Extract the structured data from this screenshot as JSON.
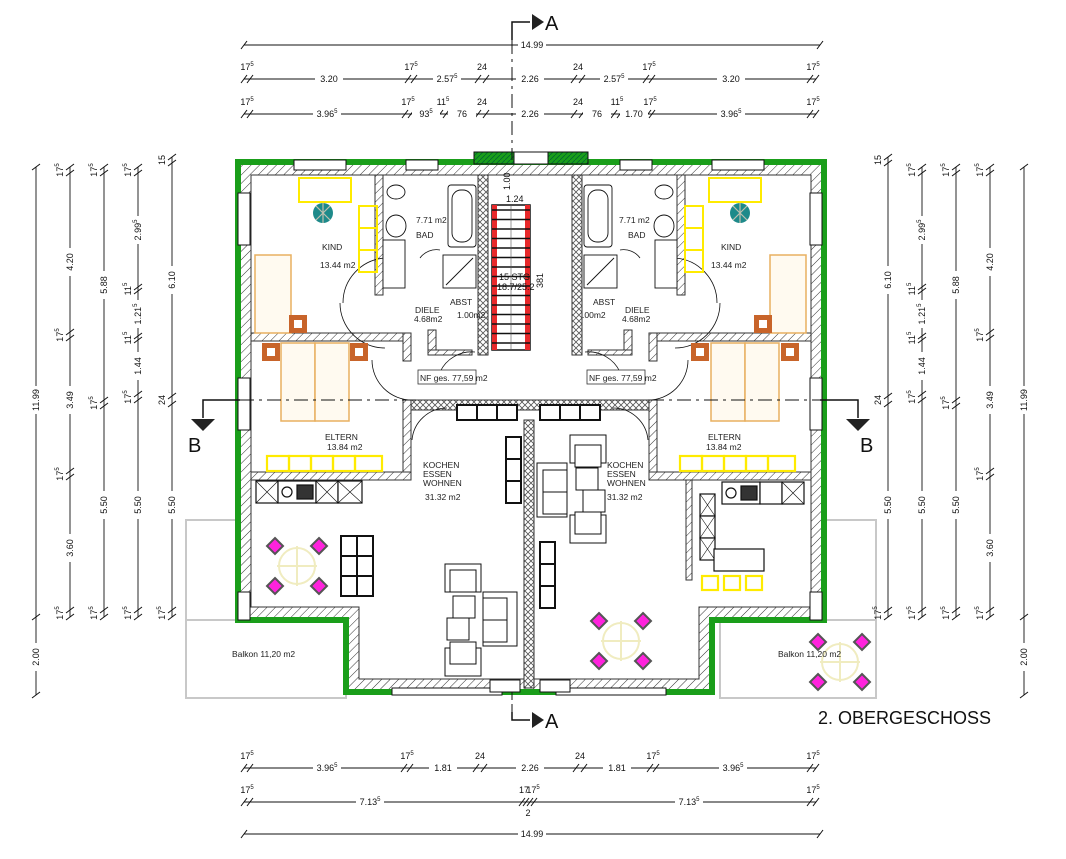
{
  "drawing": {
    "title": "2. OBERGESCHOSS",
    "section_markers": [
      {
        "id": "section-a-top",
        "label": "A"
      },
      {
        "id": "section-a-bottom",
        "label": "A"
      },
      {
        "id": "section-b-left",
        "label": "B"
      },
      {
        "id": "section-b-right",
        "label": "B"
      }
    ],
    "colors": {
      "outer_wall_insulation": "#1a9e1a",
      "furniture_yellow": "#ffeb00",
      "furniture_orange": "#c8642a",
      "bed_frame": "#e8b060",
      "chairs_magenta": "#ff22dd",
      "table_round": "#f0ecc0",
      "stair_red": "#e8282a",
      "plant_teal": "#1e8a8a"
    }
  },
  "dimensions": {
    "top": {
      "overall": "14.99",
      "row1": [
        "17⁵",
        "3.20",
        "17⁵",
        "2.57⁵",
        "24",
        "2.26",
        "24",
        "2.57⁵",
        "17⁵",
        "3.20",
        "17⁵"
      ],
      "row2": [
        "17⁵",
        "3.96⁵",
        "17⁵",
        "93⁵",
        "11⁵",
        "76",
        "24",
        "2.26",
        "24",
        "76",
        "11⁵",
        "1.70",
        "17⁵",
        "3.96⁵",
        "17⁵"
      ]
    },
    "bottom": {
      "row1": [
        "17⁵",
        "3.96⁵",
        "17⁵",
        "1.81",
        "24",
        "2.26",
        "24",
        "1.81",
        "17⁵",
        "3.96⁵",
        "17⁵"
      ],
      "row2": [
        "17⁵",
        "7.13⁵",
        "17",
        "17⁵",
        "7.13⁵",
        "17⁵"
      ],
      "row2_center_note": "2",
      "overall": "14.99"
    },
    "left": {
      "col1": [
        "11.99",
        "2.00"
      ],
      "col2": [
        "17⁵",
        "4.20",
        "17⁵",
        "3.49",
        "17⁵",
        "3.60",
        "17⁵"
      ],
      "col3": [
        "17⁵",
        "5.88",
        "17⁵",
        "5.50",
        "17⁵"
      ],
      "col4": [
        "17⁵",
        "2.99⁵",
        "11⁵",
        "1.21⁵",
        "11⁵",
        "1.44",
        "17⁵",
        "5.50",
        "17⁵"
      ],
      "col5": [
        "15",
        "6.10",
        "24",
        "5.50",
        "17⁵"
      ]
    },
    "right": {
      "col1": [
        "15",
        "6.10",
        "24",
        "5.50",
        "17⁵"
      ],
      "col2": [
        "17⁵",
        "2.99⁵",
        "11⁵",
        "1.21⁵",
        "11⁵",
        "1.44",
        "17⁵",
        "5.50",
        "17⁵"
      ],
      "col3": [
        "17⁵",
        "5.88",
        "17⁵",
        "5.50",
        "17⁵"
      ],
      "col4": [
        "17⁵",
        "4.20",
        "17⁵",
        "3.49",
        "17⁵",
        "3.60",
        "17⁵"
      ],
      "col5": [
        "11.99",
        "2.00"
      ]
    }
  },
  "rooms": {
    "left": {
      "kind": {
        "name": "KIND",
        "area": "13.44 m2"
      },
      "bad": {
        "name": "BAD",
        "area": "7.71 m2"
      },
      "diele": {
        "name": "DIELE",
        "area": "4.68m2"
      },
      "abst": {
        "name": "ABST",
        "area": "1.00m2"
      },
      "eltern": {
        "name": "ELTERN",
        "area": "13.84 m2"
      },
      "kochen": {
        "name_lines": [
          "KOCHEN",
          "ESSEN",
          "WOHNEN"
        ],
        "area": "31.32 m2"
      },
      "balkon": {
        "label": "Balkon 11,20 m2"
      },
      "nf_total": "NF ges. 77,59 m2"
    },
    "right": {
      "kind": {
        "name": "KIND",
        "area": "13.44 m2"
      },
      "bad": {
        "name": "BAD",
        "area": "7.71 m2"
      },
      "diele": {
        "name": "DIELE",
        "area": "4.68m2"
      },
      "abst": {
        "name": "ABST",
        "area": ".00m2"
      },
      "eltern": {
        "name": "ELTERN",
        "area": "13.84 m2"
      },
      "kochen": {
        "name_lines": [
          "KOCHEN",
          "ESSEN",
          "WOHNEN"
        ],
        "area": "31.32 m2"
      },
      "balkon": {
        "label": "Balkon 11,20 m2"
      },
      "nf_total": "NF ges. 77,59 m2"
    }
  },
  "stair": {
    "width": "1.24",
    "landing": "1.00",
    "run_length": "381",
    "steps": "15 STG",
    "rise_run": "18.7/25.2"
  }
}
